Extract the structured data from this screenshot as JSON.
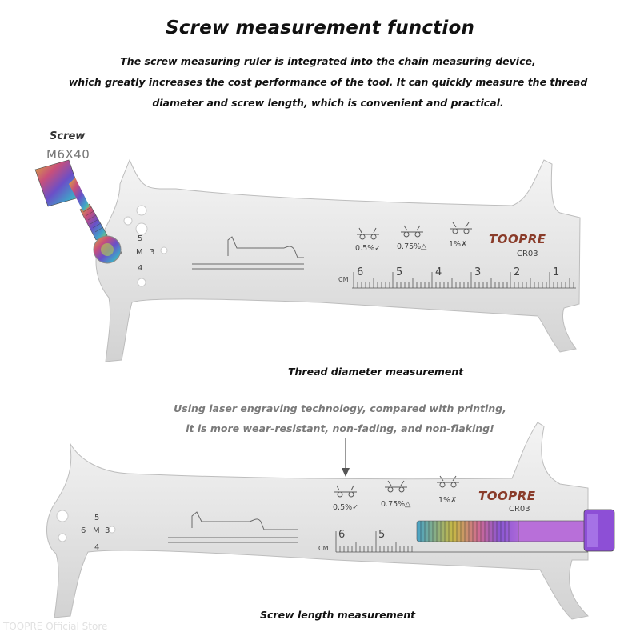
{
  "title": "Screw measurement function",
  "intro": {
    "line1": "The screw measuring ruler is integrated into the chain measuring device,",
    "line2": "which greatly increases the cost performance of the tool. It can quickly measure the thread",
    "line3": "diameter and screw length, which is convenient and practical."
  },
  "screw_callout": {
    "label": "Screw",
    "size": "M6X40"
  },
  "tool": {
    "brand": "TOOPRE",
    "model": "CR03",
    "unit": "CM",
    "ruler_numbers": [
      "6",
      "5",
      "4",
      "3",
      "2",
      "1"
    ],
    "lower_ruler_numbers": [
      "6",
      "5"
    ],
    "wear_labels": [
      "0.5%✓",
      "0.75%△",
      "1%✗"
    ],
    "thread_gauge": {
      "top": "5",
      "left": "6",
      "center": "M",
      "right": "3",
      "bottom": "4"
    }
  },
  "captions": {
    "thread": "Thread diameter measurement",
    "length": "Screw length measurement"
  },
  "laser_note": {
    "line1": "Using laser engraving technology, compared with printing,",
    "line2": "it is more wear-resistant, non-fading, and non-flaking!"
  },
  "watermark": "TOOPRE Official Store",
  "colors": {
    "steel": "#e6e6e6",
    "engrave": "#6b6b6b",
    "brand": "#8a3c2a"
  }
}
